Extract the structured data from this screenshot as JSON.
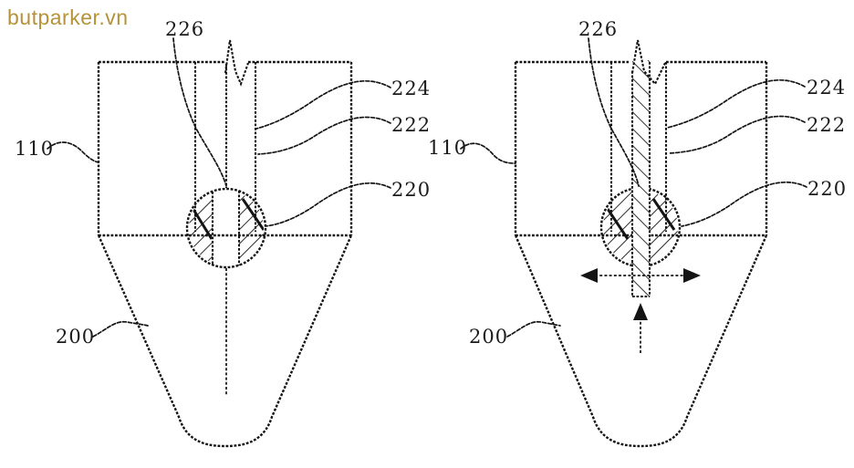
{
  "watermark": {
    "text": "butparker.vn"
  },
  "colors": {
    "watermark": "#b6923a",
    "line": "#141414",
    "background": "#ffffff"
  },
  "figures": {
    "left": {
      "refs": {
        "n226": "226",
        "n224": "224",
        "n222": "222",
        "n220": "220",
        "n110": "110",
        "n200": "200"
      }
    },
    "right": {
      "refs": {
        "n226": "226",
        "n224": "224",
        "n222": "222",
        "n220": "220",
        "n110": "110",
        "n200": "200"
      }
    }
  }
}
